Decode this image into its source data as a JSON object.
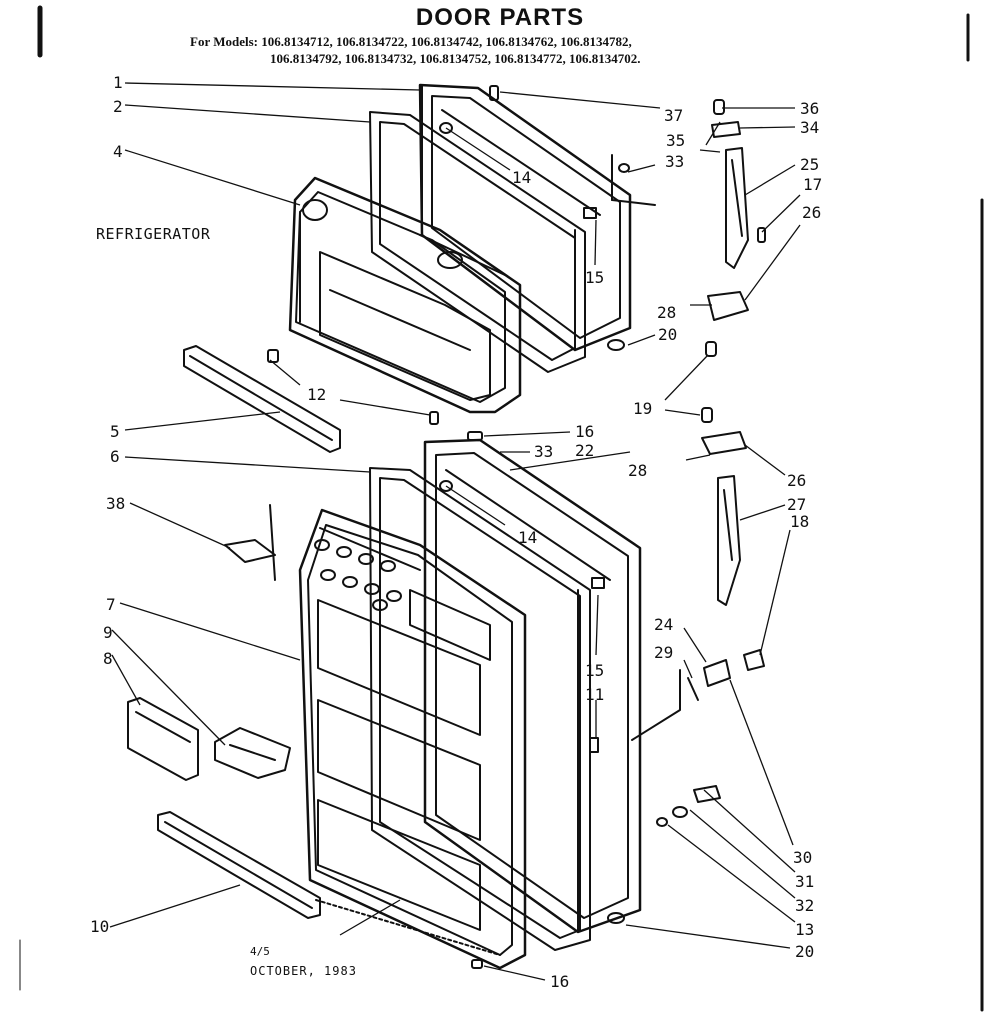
{
  "header": {
    "title": "DOOR PARTS",
    "models_prefix": "For Models:",
    "models_line1": "106.8134712, 106.8134722, 106.8134742, 106.8134762, 106.8134782,",
    "models_line2": "106.8134792, 106.8134732, 106.8134752, 106.8134772, 106.8134702."
  },
  "section_label": "REFRIGERATOR",
  "footer": {
    "page": "4/5",
    "date": "OCTOBER, 1983"
  },
  "callouts": {
    "c1": "1",
    "c2": "2",
    "c4": "4",
    "c5": "5",
    "c6": "6",
    "c7": "7",
    "c8": "8",
    "c9": "9",
    "c10": "10",
    "c11": "11",
    "c12": "12",
    "c13": "13",
    "c14a": "14",
    "c14b": "14",
    "c15a": "15",
    "c15b": "15",
    "c16a": "16",
    "c16b": "16",
    "c17": "17",
    "c18": "18",
    "c19": "19",
    "c20a": "20",
    "c20b": "20",
    "c22": "22",
    "c24": "24",
    "c25": "25",
    "c26a": "26",
    "c26b": "26",
    "c27": "27",
    "c28a": "28",
    "c28b": "28",
    "c29": "29",
    "c30": "30",
    "c31": "31",
    "c32": "32",
    "c33a": "33",
    "c33b": "33",
    "c34": "34",
    "c35": "35",
    "c36": "36",
    "c37": "37",
    "c38": "38"
  }
}
